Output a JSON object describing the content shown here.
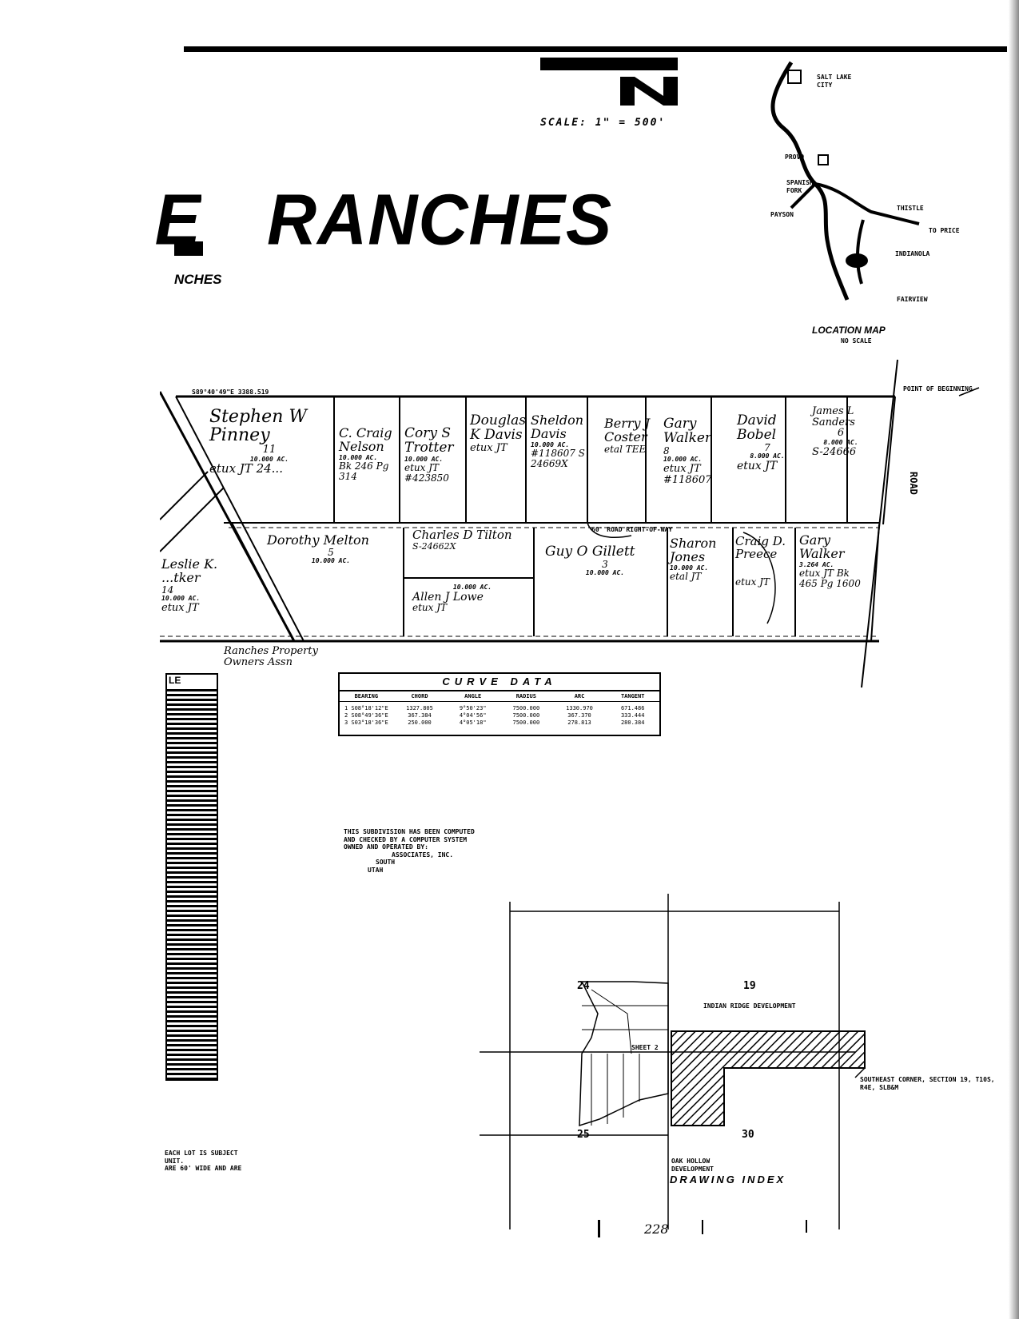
{
  "header": {
    "scale": "SCALE: 1\" = 500'",
    "title": "RANCHES",
    "title_prefix": "E",
    "subtitle": "NCHES"
  },
  "location_map": {
    "title": "LOCATION MAP",
    "subtitle": "NO SCALE",
    "places": [
      "SALT LAKE CITY",
      "PROVO",
      "SPANISH FORK",
      "PAYSON",
      "THISTLE",
      "TO PRICE",
      "INDIANOLA",
      "FAIRVIEW"
    ]
  },
  "plat": {
    "point_of_beginning": "POINT OF BEGINNING",
    "top_bearing": "S89°40'49\"E 3388.519",
    "road_row": "60' ROAD RIGHT-OF-WAY",
    "right_road": "ROAD",
    "bottom_owner": "Ranches Property Owners Assn",
    "lots_top": [
      {
        "lot": "11",
        "acres": "10.000 AC.",
        "owner": "Stephen W Pinney",
        "note": "etux JT 24..."
      },
      {
        "lot": "",
        "acres": "10.000 AC.",
        "owner": "C. Craig Nelson",
        "note": "Bk 246 Pg 314"
      },
      {
        "lot": "",
        "acres": "10.000 AC.",
        "owner": "Cory S Trotter",
        "note": "etux JT #423850"
      },
      {
        "lot": "",
        "acres": "",
        "owner": "Douglas K Davis",
        "note": "etux JT"
      },
      {
        "lot": "",
        "acres": "10.000 AC.",
        "owner": "Sheldon Davis",
        "note": "#118607 S 24669X"
      },
      {
        "lot": "",
        "acres": "",
        "owner": "Berry J Coster",
        "note": "etal TEE"
      },
      {
        "lot": "8",
        "acres": "10.000 AC.",
        "owner": "Gary Walker",
        "note": "etux JT #118607"
      },
      {
        "lot": "7",
        "acres": "8.000 AC.",
        "owner": "David Bobel",
        "note": "etux JT"
      },
      {
        "lot": "6",
        "acres": "8.000 AC.",
        "owner": "James L Sanders",
        "note": "S-24666"
      }
    ],
    "lots_bottom": [
      {
        "lot": "14",
        "acres": "10.000 AC.",
        "owner": "Leslie K. ...tker",
        "note": "etux JT"
      },
      {
        "lot": "5",
        "acres": "10.000 AC.",
        "owner": "Dorothy Melton",
        "note": ""
      },
      {
        "lot": "",
        "acres": "10.000 AC.",
        "owner": "Charles D Tilton",
        "note": "S-24662X"
      },
      {
        "lot": "",
        "acres": "",
        "owner": "Allen J Lowe",
        "note": "etux JT"
      },
      {
        "lot": "3",
        "acres": "10.000 AC.",
        "owner": "Guy O Gillett",
        "note": ""
      },
      {
        "lot": "",
        "acres": "10.000 AC.",
        "owner": "Sharon Jones",
        "note": "etal JT"
      },
      {
        "lot": "",
        "acres": "",
        "owner": "Craig D. Preece",
        "note": "etux JT"
      },
      {
        "lot": "",
        "acres": "3.264 AC.",
        "owner": "Gary Walker",
        "note": "etux JT Bk 465 Pg 1600"
      }
    ]
  },
  "curve_data": {
    "title": "CURVE DATA",
    "columns": [
      "BEARING",
      "CHORD",
      "ANGLE",
      "RADIUS",
      "ARC",
      "TANGENT"
    ],
    "rows": [
      [
        "1 S08°18'12\"E",
        "1327.805",
        "9°50'23\"",
        "7500.000",
        "1330.970",
        "671.486"
      ],
      [
        "2 S08°49'36\"E",
        "367.384",
        "4°04'56\"",
        "7500.000",
        "367.370",
        "333.444"
      ],
      [
        "3 S03°18'36\"E",
        "250.000",
        "4°05'18\"",
        "7500.000",
        "278.813",
        "280.384"
      ]
    ]
  },
  "left_table": {
    "header": "LE"
  },
  "computed_note": [
    "THIS SUBDIVISION HAS BEEN COMPUTED",
    "AND CHECKED BY A COMPUTER SYSTEM",
    "OWNED AND OPERATED BY:",
    "ASSOCIATES, INC.",
    "SOUTH",
    "UTAH"
  ],
  "lot_note": [
    "EACH LOT IS SUBJECT",
    "UNIT.",
    "ARE 60' WIDE AND ARE"
  ],
  "drawing_index": {
    "title": "DRAWING INDEX",
    "section_nw": "24",
    "section_ne": "19",
    "section_sw": "25",
    "section_se": "30",
    "sheet_label": "SHEET 2",
    "ne_label": "INDIAN RIDGE DEVELOPMENT",
    "se_corner": "SOUTHEAST CORNER, SECTION 19, T10S, R4E, SLB&M",
    "bottom_label": "OAK HOLLOW DEVELOPMENT"
  },
  "footer": {
    "number": "228"
  }
}
